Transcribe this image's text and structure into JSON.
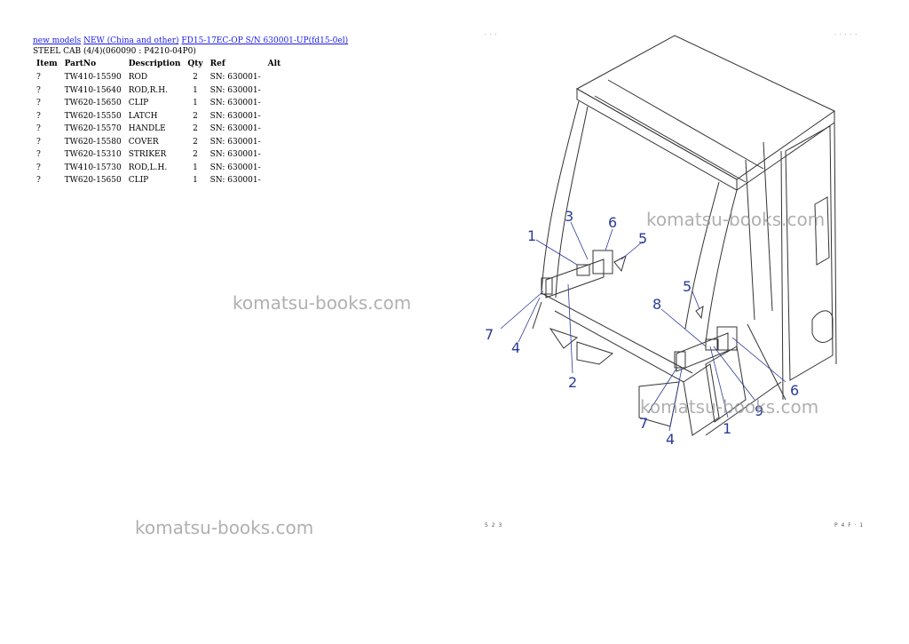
{
  "breadcrumb": {
    "links": [
      "new models",
      "NEW (China and other)",
      "FD15-17EC-OP S/N 630001-UP(fd15-0el)"
    ]
  },
  "subtitle": "STEEL CAB (4/4)(060090 : P4210-04P0)",
  "table": {
    "headers": [
      "Item",
      "PartNo",
      "Description",
      "Qty",
      "Ref",
      "Alt"
    ],
    "rows": [
      [
        "?",
        "TW410-15590",
        "ROD",
        "2",
        "SN: 630001-",
        ""
      ],
      [
        "?",
        "TW410-15640",
        "ROD,R.H.",
        "1",
        "SN: 630001-",
        ""
      ],
      [
        "?",
        "TW620-15650",
        "CLIP",
        "1",
        "SN: 630001-",
        ""
      ],
      [
        "?",
        "TW620-15550",
        "LATCH",
        "2",
        "SN: 630001-",
        ""
      ],
      [
        "?",
        "TW620-15570",
        "HANDLE",
        "2",
        "SN: 630001-",
        ""
      ],
      [
        "?",
        "TW620-15580",
        "COVER",
        "2",
        "SN: 630001-",
        ""
      ],
      [
        "?",
        "TW620-15310",
        "STRIKER",
        "2",
        "SN: 630001-",
        ""
      ],
      [
        "?",
        "TW410-15730",
        "ROD,L.H.",
        "1",
        "SN: 630001-",
        ""
      ],
      [
        "?",
        "TW620-15650",
        "CLIP",
        "1",
        "SN: 630001-",
        ""
      ]
    ]
  },
  "watermarks": [
    "komatsu-books.com",
    "komatsu-books.com",
    "komatsu-books.com",
    "komatsu-books.com"
  ],
  "diagram": {
    "callouts": [
      "1",
      "3",
      "6",
      "5",
      "7",
      "4",
      "2",
      "5",
      "8",
      "6",
      "9",
      "7",
      "4",
      "1"
    ],
    "corner_labels": [
      "· · ·",
      "· · · · ·",
      "5 2 3",
      "P 4 F · 1"
    ]
  },
  "colors": {
    "link": "#1a1aee",
    "callout": "#2a3a9a",
    "watermark": "#969696"
  }
}
